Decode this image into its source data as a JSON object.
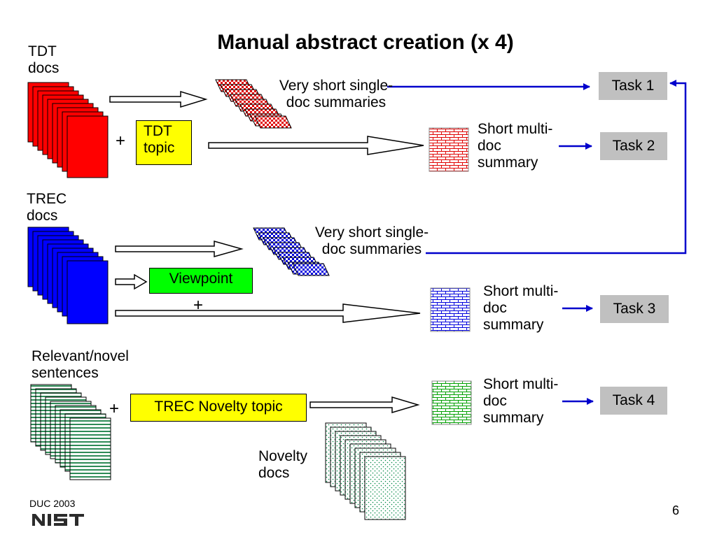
{
  "title": "Manual abstract creation (x 4)",
  "sources": {
    "tdt_docs": "TDT docs",
    "trec_docs": "TREC docs",
    "relevant_novel_sentences": "Relevant/novel sentences",
    "novelty_docs": "Novelty docs"
  },
  "inputs": {
    "tdt_topic": "TDT topic",
    "viewpoint": "Viewpoint",
    "trec_novelty_topic": "TREC Novelty topic",
    "plus": "+"
  },
  "outputs": {
    "very_short_single_doc_summaries": "Very short single-doc summaries",
    "short_multi_doc_summary": "Short multi-doc summary"
  },
  "tasks": [
    "Task 1",
    "Task 2",
    "Task 3",
    "Task 4"
  ],
  "footer": {
    "event": "DUC 2003",
    "org_logo": "NIST",
    "page_number": "6"
  },
  "colors": {
    "tdt_docs": "#ff0000",
    "trec_docs": "#0000ff",
    "novel_sentences": "#2e8b57",
    "novelty_docs": "#00aa66",
    "task_box": "#c0c0c0",
    "topic_box": "#ffff00",
    "viewpoint_box": "#00ff00",
    "connector": "#0000cc"
  }
}
